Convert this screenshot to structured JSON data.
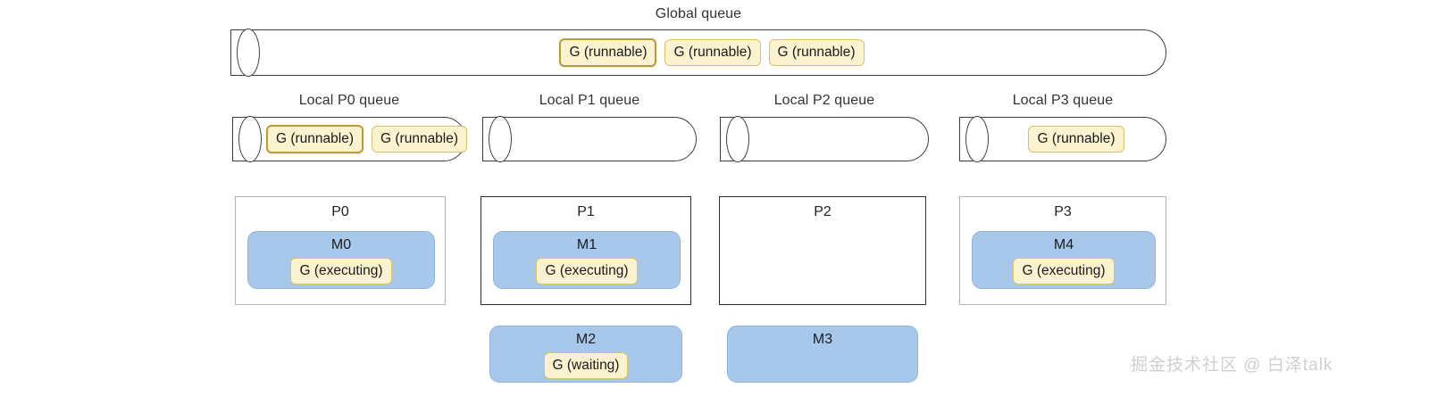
{
  "global_queue": {
    "caption": "Global queue",
    "items": [
      {
        "label": "G (runnable)",
        "highlighted": true
      },
      {
        "label": "G (runnable)",
        "highlighted": false
      },
      {
        "label": "G (runnable)",
        "highlighted": false
      }
    ]
  },
  "local_queues": [
    {
      "caption": "Local P0 queue",
      "items": [
        {
          "label": "G (runnable)",
          "highlighted": true
        },
        {
          "label": "G (runnable)",
          "highlighted": false
        }
      ]
    },
    {
      "caption": "Local P1 queue",
      "items": []
    },
    {
      "caption": "Local P2 queue",
      "items": []
    },
    {
      "caption": "Local P3 queue",
      "items": [
        {
          "label": "G (runnable)",
          "highlighted": false
        }
      ]
    }
  ],
  "processors": [
    {
      "label": "P0",
      "border": "light",
      "machine": {
        "label": "M0",
        "goroutine": "G (executing)"
      }
    },
    {
      "label": "P1",
      "border": "strong",
      "machine": {
        "label": "M1",
        "goroutine": "G (executing)"
      }
    },
    {
      "label": "P2",
      "border": "strong",
      "machine": null
    },
    {
      "label": "P3",
      "border": "light",
      "machine": {
        "label": "M4",
        "goroutine": "G (executing)"
      }
    }
  ],
  "detached_machines": [
    {
      "label": "M2",
      "goroutine": "G (waiting)",
      "column": 1
    },
    {
      "label": "M3",
      "goroutine": null,
      "column": 2
    }
  ],
  "watermark": "掘金技术社区 @ 白泽talk",
  "colors": {
    "g_fill": "#fbf2cf",
    "g_border": "#d9c06a",
    "g_border_highlight": "#b99c33",
    "m_fill": "#a7c8ea",
    "m_border": "#8fb4dc",
    "queue_border": "#3d3d3d",
    "p_border_light": "#b3b3b3",
    "p_border_strong": "#2e2e2e",
    "watermark": "#cfcfcf",
    "background": "#ffffff"
  }
}
